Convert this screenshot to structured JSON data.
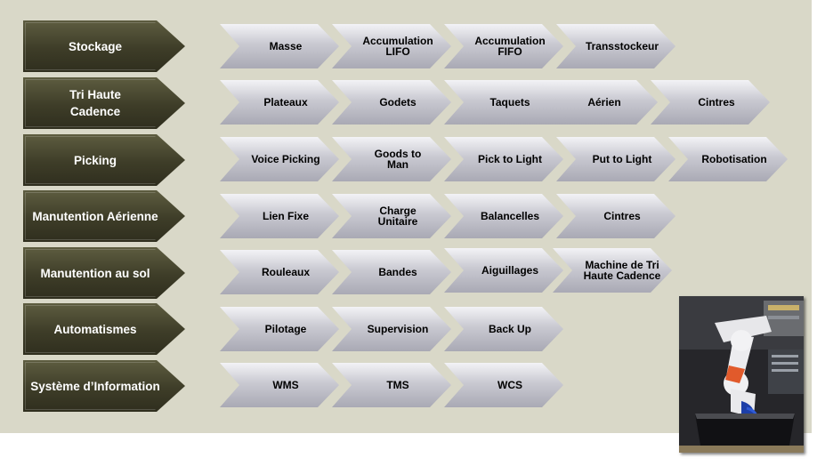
{
  "rows": [
    {
      "category": "Stockage",
      "items": [
        "Masse",
        "Accumulation LIFO",
        "Accumulation FIFO",
        "Transstockeur"
      ]
    },
    {
      "category": "Tri Haute Cadence",
      "items": [
        "Plateaux",
        "Godets",
        "Taquets",
        "Aérien",
        "Cintres"
      ]
    },
    {
      "category": "Picking",
      "items": [
        "Voice Picking",
        "Goods to Man",
        "Pick to Light",
        "Put to Light",
        "Robotisation"
      ]
    },
    {
      "category": "Manutention Aérienne",
      "items": [
        "Lien Fixe",
        "Charge Unitaire",
        "Balancelles",
        "Cintres"
      ]
    },
    {
      "category": "Manutention au sol",
      "items": [
        "Rouleaux",
        "Bandes",
        "Aiguillages",
        "Machine de Tri Haute Cadence"
      ]
    },
    {
      "category": "Automatismes",
      "items": [
        "Pilotage",
        "Supervision",
        "Back Up"
      ]
    },
    {
      "category": "Système d’Information",
      "items": [
        "WMS",
        "TMS",
        "WCS"
      ]
    }
  ],
  "colors": {
    "background": "#d9d8c8",
    "category_fill": "#3e3d28",
    "item_fill": "#c9c9d1"
  }
}
